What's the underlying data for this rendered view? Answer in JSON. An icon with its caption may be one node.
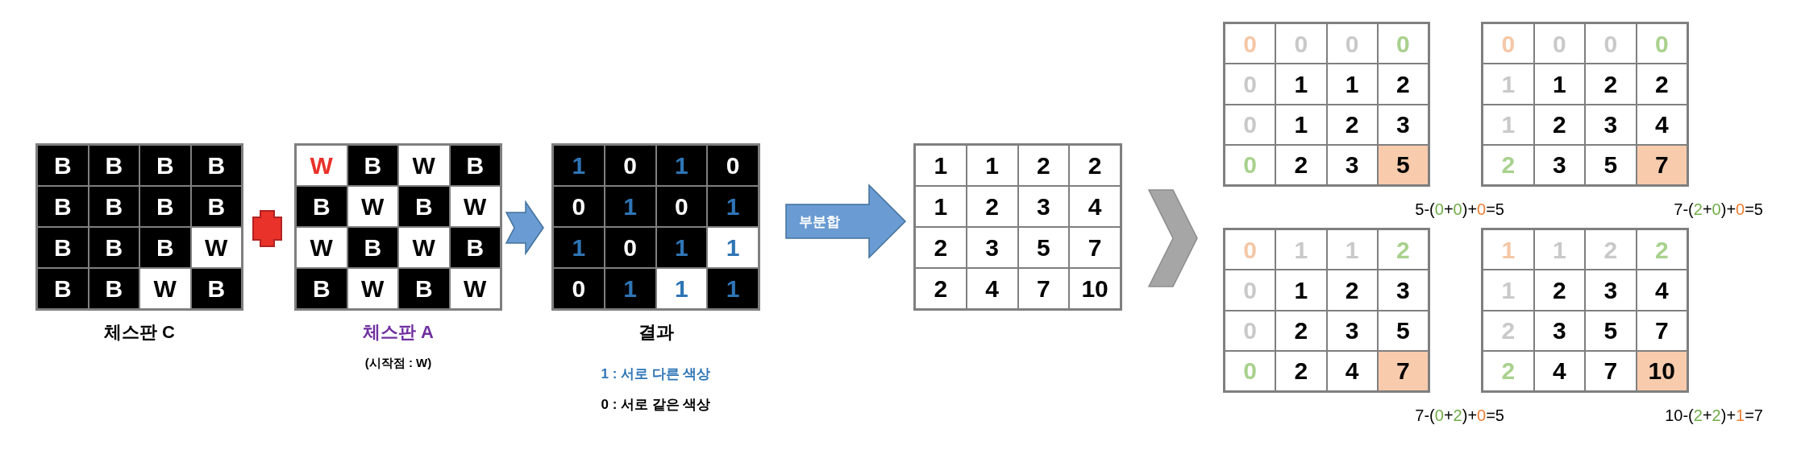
{
  "diagram": {
    "nodes": [
      {
        "text": [
          "B",
          "B",
          "B",
          "B",
          "B",
          "B",
          "B",
          "B",
          "B",
          "B",
          "B",
          "W",
          "B",
          "B",
          "W",
          "B"
        ],
        "beside": [
          "체스판 C"
        ]
      },
      {
        "text": [
          "W",
          "B",
          "W",
          "B",
          "B",
          "W",
          "B",
          "W",
          "W",
          "B",
          "W",
          "B",
          "B",
          "W",
          "B",
          "W"
        ],
        "beside": [
          "체스판 A",
          "(시작점 : W)"
        ]
      },
      {
        "text": [
          "1",
          "0",
          "1",
          "0",
          "0",
          "1",
          "0",
          "1",
          "1",
          "0",
          "1",
          "1",
          "0",
          "1",
          "1",
          "1"
        ],
        "beside": [
          "결과",
          "1 : 서로 다른 색상",
          "0 : 서로 같은 색상"
        ]
      },
      {
        "text": [
          "1",
          "1",
          "2",
          "2",
          "1",
          "2",
          "3",
          "4",
          "2",
          "3",
          "5",
          "7",
          "2",
          "4",
          "7",
          "10"
        ]
      },
      {
        "text": [
          "0",
          "0",
          "0",
          "0",
          "0",
          "1",
          "1",
          "2",
          "0",
          "1",
          "2",
          "3",
          "0",
          "2",
          "3",
          "5"
        ],
        "beside": [
          "5-(0+0)+0=5"
        ]
      },
      {
        "text": [
          "0",
          "0",
          "0",
          "0",
          "1",
          "1",
          "2",
          "2",
          "1",
          "2",
          "3",
          "4",
          "2",
          "3",
          "5",
          "7"
        ],
        "beside": [
          "7-(2+0)+0=5"
        ]
      },
      {
        "text": [
          "0",
          "1",
          "1",
          "2",
          "0",
          "1",
          "2",
          "3",
          "0",
          "2",
          "3",
          "5",
          "0",
          "2",
          "4",
          "7"
        ],
        "beside": [
          "7-(0+2)+0=5"
        ]
      },
      {
        "text": [
          "1",
          "1",
          "2",
          "2",
          "1",
          "2",
          "3",
          "4",
          "2",
          "3",
          "5",
          "7",
          "2",
          "4",
          "7",
          "10"
        ],
        "beside": [
          "10-(2+2)+1=7"
        ]
      }
    ],
    "edges": [
      {
        "from": 1,
        "to": 2,
        "arrow": "to"
      },
      {
        "from": 2,
        "to": 3,
        "arrow": "to",
        "label": "부분합"
      },
      {
        "from": 3,
        "to": null,
        "arrow": "to",
        "color": "#a6a6a6"
      }
    ]
  }
}
